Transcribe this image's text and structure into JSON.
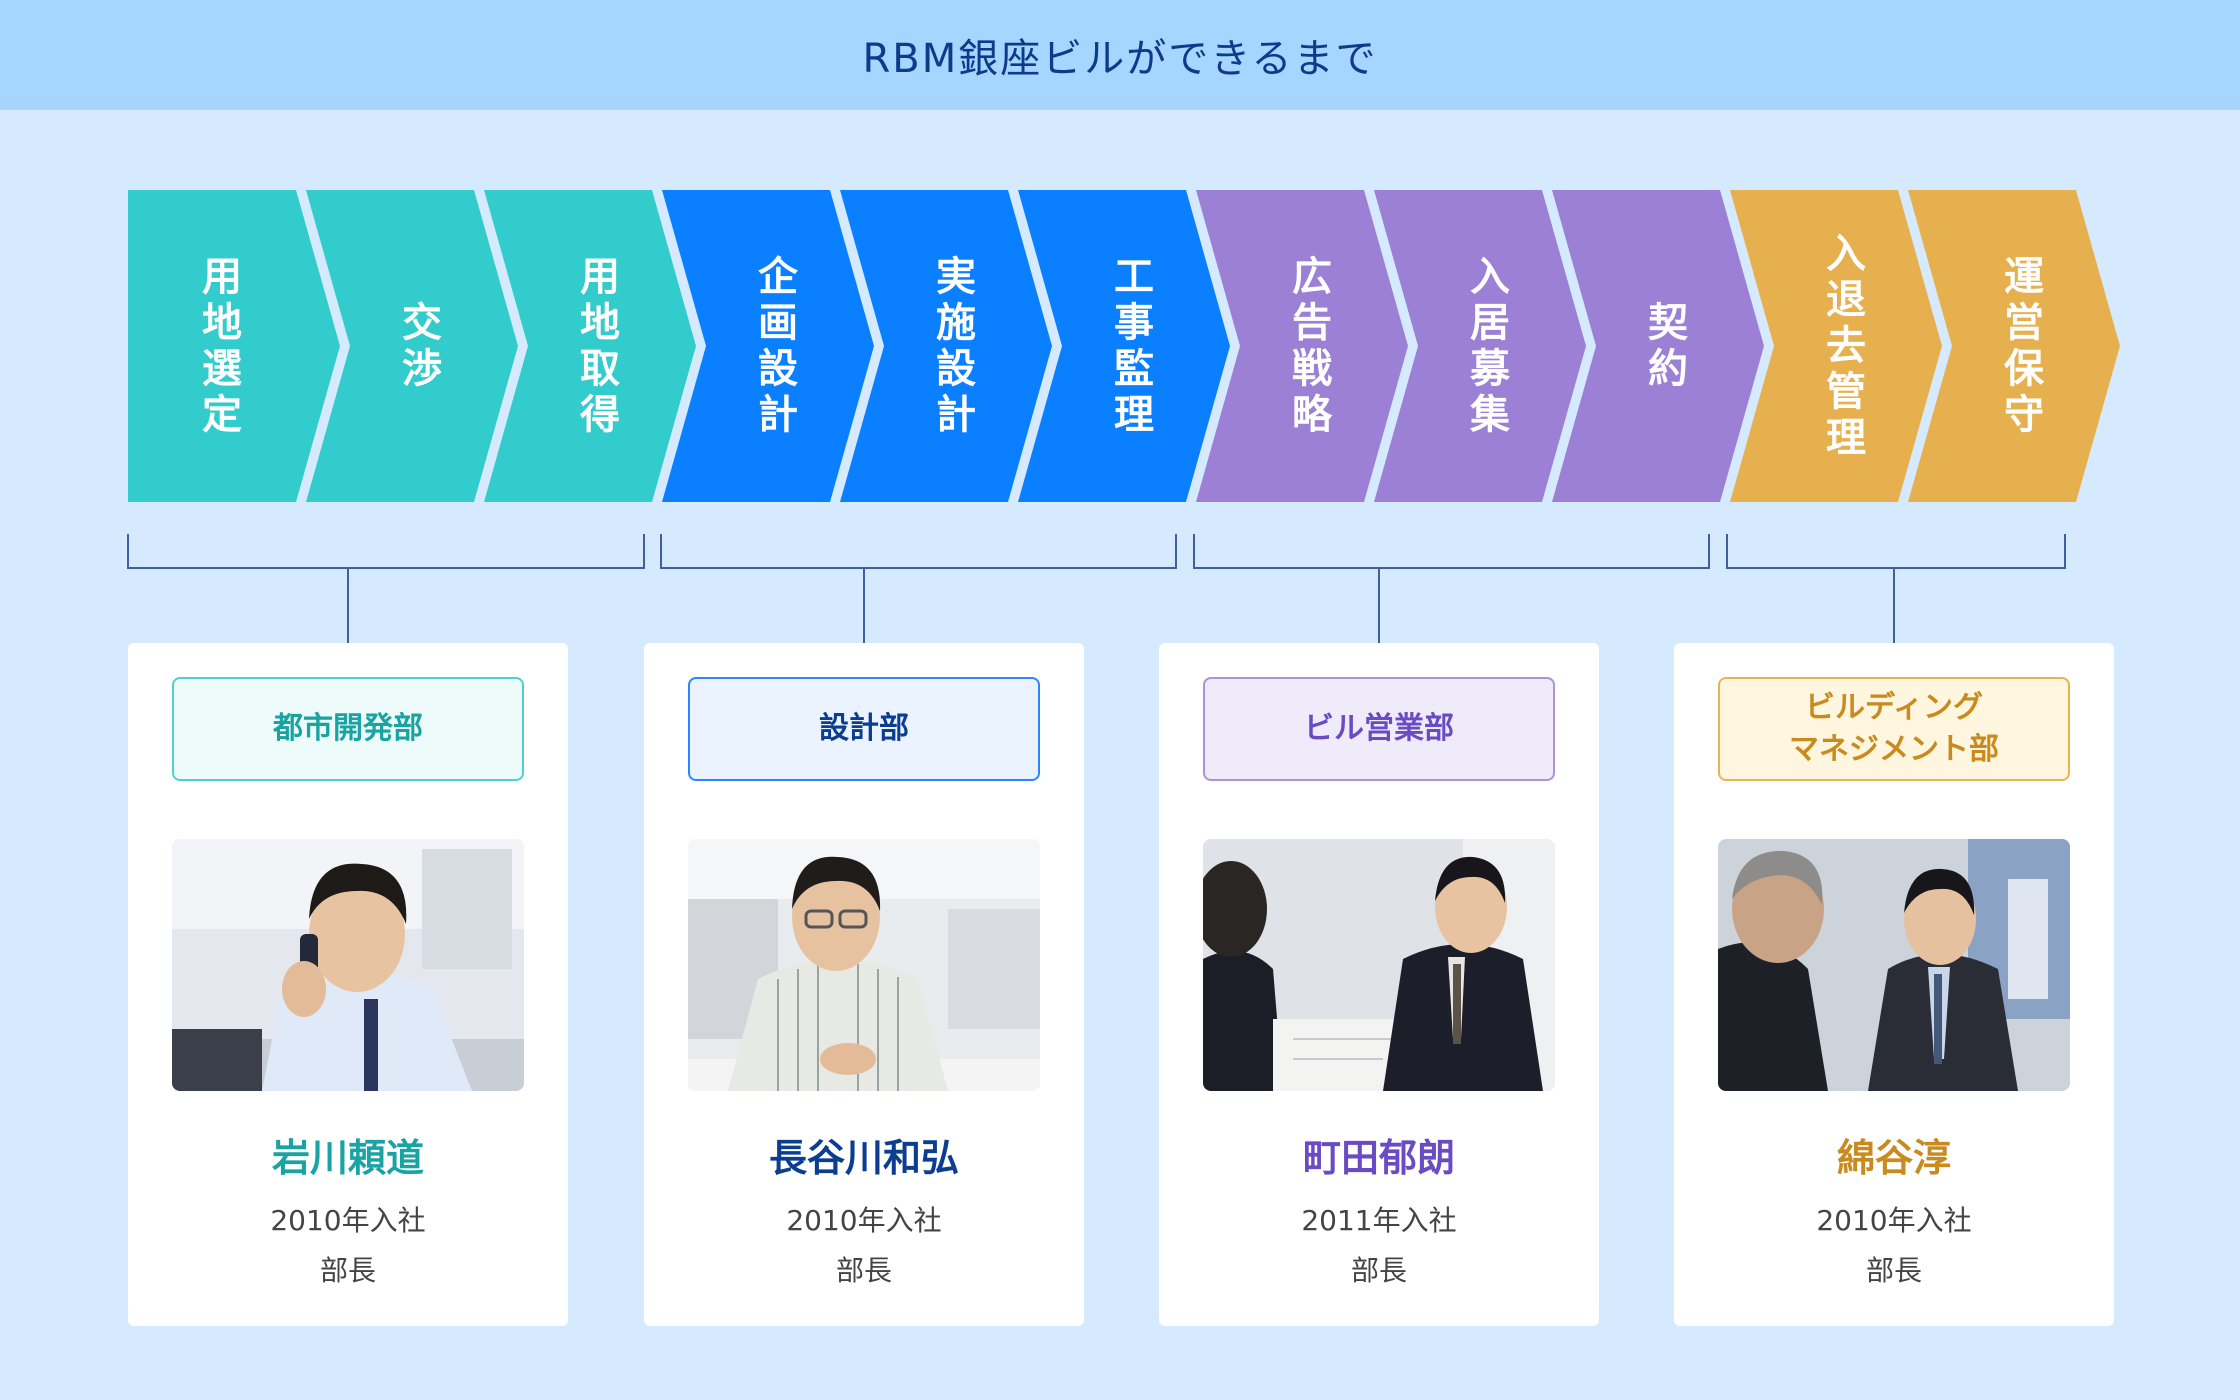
{
  "title": "RBM銀座ビルができるまで",
  "colors": {
    "teal": "#33cccc",
    "blue": "#0a7fff",
    "purple": "#9b80d6",
    "gold": "#e6b04f",
    "bracket": "#3f5f9f"
  },
  "steps": [
    {
      "label": "用地選定",
      "group": 0
    },
    {
      "label": "交渉",
      "group": 0
    },
    {
      "label": "用地取得",
      "group": 0
    },
    {
      "label": "企画設計",
      "group": 1
    },
    {
      "label": "実施設計",
      "group": 1
    },
    {
      "label": "工事監理",
      "group": 1
    },
    {
      "label": "広告戦略",
      "group": 2
    },
    {
      "label": "入居募集",
      "group": 2
    },
    {
      "label": "契約",
      "group": 2
    },
    {
      "label": "入退去管理",
      "group": 3
    },
    {
      "label": "運営保守",
      "group": 3
    }
  ],
  "departments": [
    {
      "name": "都市開発部",
      "color": "#1aa3a3",
      "bg": "#eefbfb",
      "border": "#4fd0d0",
      "person": {
        "name": "岩川頼道",
        "year": "2010年入社",
        "role": "部長"
      },
      "photo_icon": "person-on-phone-photo"
    },
    {
      "name": "設計部",
      "color": "#0b3d91",
      "bg": "#eaf3ff",
      "border": "#2e86ff",
      "person": {
        "name": "長谷川和弘",
        "year": "2010年入社",
        "role": "部長"
      },
      "photo_icon": "person-at-desk-photo"
    },
    {
      "name": "ビル営業部",
      "color": "#6a4bc4",
      "bg": "#efebfa",
      "border": "#a993dc",
      "person": {
        "name": "町田郁朗",
        "year": "2011年入社",
        "role": "部長"
      },
      "photo_icon": "meeting-photo"
    },
    {
      "name": "ビルディング\nマネジメント部",
      "color": "#c98a1e",
      "bg": "#fff6df",
      "border": "#e8b44f",
      "person": {
        "name": "綿谷淳",
        "year": "2010年入社",
        "role": "部長"
      },
      "photo_icon": "conversation-photo"
    }
  ]
}
